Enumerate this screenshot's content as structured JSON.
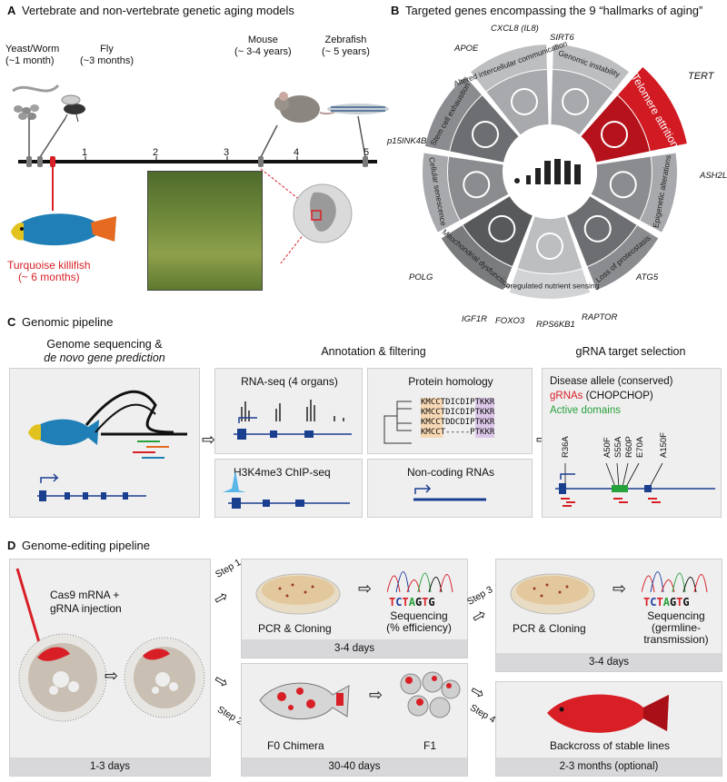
{
  "panelA": {
    "letter": "A",
    "title": "Vertebrate and non-vertebrate genetic aging models",
    "yeast_worm": "Yeast/Worm",
    "yeast_worm_span": "(~1 month)",
    "fly": "Fly",
    "fly_span": "(~3 months)",
    "mouse": "Mouse",
    "mouse_span": "(~ 3-4 years)",
    "zebrafish": "Zebrafish",
    "zebrafish_span": "(~ 5 years)",
    "killifish": "Turquoise killifish",
    "killifish_span": "(~ 6 months)",
    "ticks": [
      "1",
      "2",
      "3",
      "4",
      "5"
    ]
  },
  "panelB": {
    "letter": "B",
    "title": "Targeted genes encompassing the 9 “hallmarks of aging”",
    "hallmarks": [
      "Genomic instability",
      "Telomere attrition",
      "Epigenetic alterations",
      "Loss of proteostasis",
      "Deregulated nutrient sensing",
      "Mitochondrial dysfunction",
      "Cellular senescence",
      "Stem cell exhaustion",
      "Altered intercellular communication"
    ],
    "genes": {
      "sirt6": "SIRT6",
      "tert": "TERT",
      "ash2l": "ASH2L",
      "atg5": "ATG5",
      "raptor": "RAPTOR",
      "rps6kb1": "RPS6KB1",
      "foxo3": "FOXO3",
      "igf1r": "IGF1R",
      "polg": "POLG",
      "p15": "p15INK4B",
      "apoe": "APOE",
      "cxcl8": "CXCL8 (IL8)"
    }
  },
  "panelC": {
    "letter": "C",
    "title": "Genomic pipeline",
    "col1_title": "Genome sequencing &",
    "col1_title2": "de novo gene prediction",
    "col2_title": "Annotation & filtering",
    "col3_title": "gRNA target selection",
    "rnaseq": "RNA-seq (4 organs)",
    "protein": "Protein homology",
    "chip": "H3K4me3 ChIP-seq",
    "ncrna": "Non-coding RNAs",
    "seq_rows": [
      "KMCCTDICDIPTKKR",
      "KMCCTDICDIPTKKR",
      "KMCCTDDCDIPTKKR",
      "KMCCT-----PTKKR"
    ],
    "legend_disease": "Disease allele (conserved)",
    "legend_grna": "gRNAs",
    "legend_grna_tool": "(CHOPCHOP)",
    "legend_domains": "Active domains",
    "mutations": [
      "R36A",
      "A50F",
      "S55A",
      "R60P",
      "E70A",
      "A150F"
    ]
  },
  "panelD": {
    "letter": "D",
    "title": "Genome-editing pipeline",
    "injection": "Cas9 mRNA +",
    "injection2": "gRNA injection",
    "dur1": "1-3 days",
    "step1": "Step 1",
    "step2": "Step 2",
    "step3": "Step 3",
    "step4": "Step 4",
    "pcr": "PCR & Cloning",
    "seq_a": "Sequencing",
    "seq_a2": "(% efficiency)",
    "dur2": "3-4 days",
    "f0": "F0 Chimera",
    "f1": "F1",
    "dur3": "30-40 days",
    "pcr2": "PCR & Cloning",
    "seq_b": "Sequencing",
    "seq_b2": "(germline-",
    "seq_b3": "transmission)",
    "dur4": "3-4 days",
    "backcross": "Backcross of stable lines",
    "dur5": "2-3 months (optional)",
    "trace_bases": [
      "T",
      "C",
      "T",
      "A",
      "G",
      "T",
      "G"
    ]
  },
  "colors": {
    "killifish_red": "#d81f26",
    "highlight_red": "#b5121b",
    "gray_dark": "#6d6e71",
    "gray_light": "#bcbec0",
    "gene_blue": "#1b3f8f",
    "active_green": "#27a13a"
  }
}
